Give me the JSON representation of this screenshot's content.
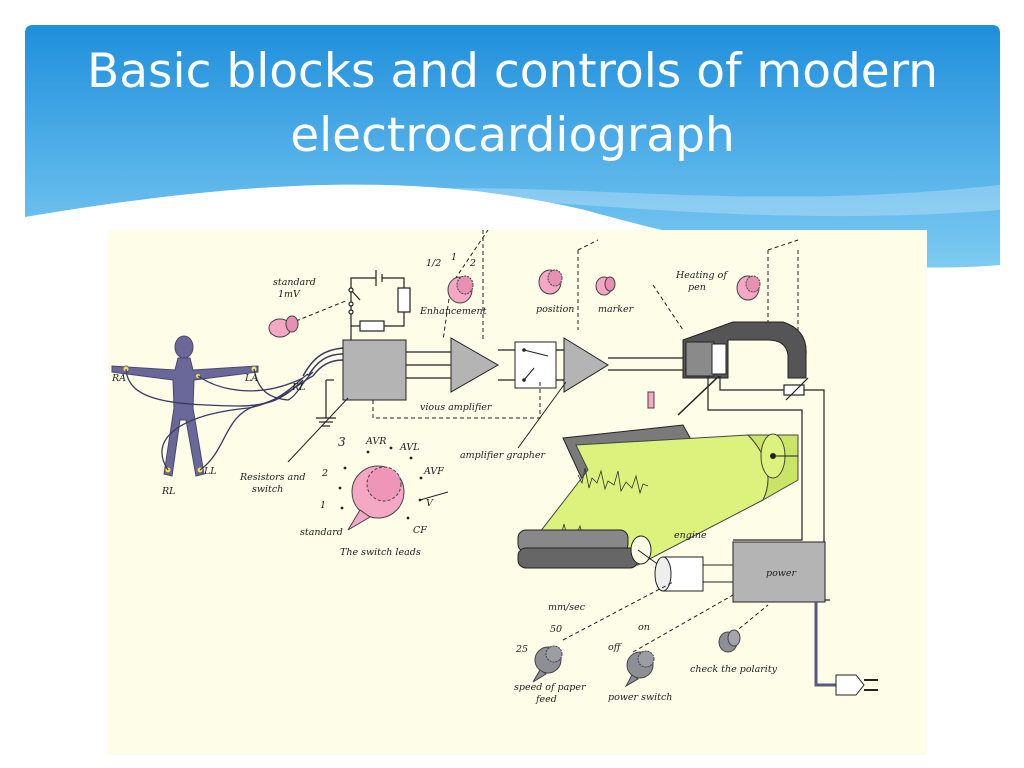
{
  "slide": {
    "title_line1": "Basic blocks and controls of modern",
    "title_line2": "electrocardiograph"
  },
  "colors": {
    "banner_top": "#1f8fdc",
    "banner_bottom": "#7dcbf2",
    "panel_bg": "#fdfde8",
    "knob_pink": "#f4a8c4",
    "paper_green": "#dcf27c",
    "block_gray": "#b4b4b4"
  },
  "diagram": {
    "body_labels": {
      "ra": "RA",
      "la": "LA",
      "rl": "RL",
      "ll": "LL",
      "rl_cable": "RL"
    },
    "standard": {
      "line1": "standard",
      "line2": "1mV"
    },
    "enhancement": {
      "label": "Enhancement",
      "half": "1/2",
      "one": "1",
      "two": "2"
    },
    "position_label": "position",
    "marker_label": "marker",
    "heating": {
      "line1": "Heating of",
      "line2": "pen"
    },
    "resistors": {
      "line1": "Resistors and",
      "line2": "switch"
    },
    "vious_amplifier": "vious amplifier",
    "amplifier_grapher": "amplifier grapher",
    "lead_switch": {
      "number": "3",
      "avr": "AVR",
      "avl": "AVL",
      "avf": "AVF",
      "v": "V",
      "cf": "CF",
      "two": "2",
      "one": "1",
      "standard": "standard",
      "caption": "The switch leads"
    },
    "engine": "engine",
    "power": "power",
    "paper_speed": {
      "unit": "mm/sec",
      "v25": "25",
      "v50": "50",
      "line1": "speed of paper",
      "line2": "feed"
    },
    "power_switch": {
      "off": "off",
      "on": "on",
      "label": "power switch"
    },
    "check_polarity": "check the polarity"
  }
}
